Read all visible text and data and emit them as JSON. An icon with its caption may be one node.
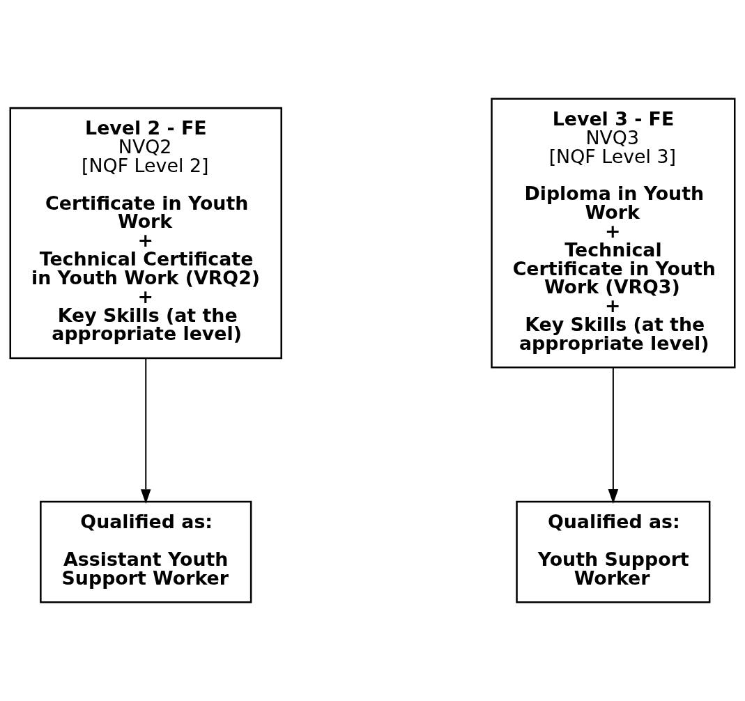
{
  "diagram": {
    "nodes": [
      {
        "text": [
          "Level 2 - FE",
          "NVQ2 [NQF Level 2]",
          "Certificate in Youth Work",
          "+",
          "Technical Certificate in Youth Work (VRQ2)",
          "+",
          "Key Skills (at the appropriate level)"
        ]
      },
      {
        "text": [
          "Level 3 - FE",
          "NVQ3 [NQF Level 3]",
          "Diploma in Youth Work",
          "+",
          "Technical Certificate in Youth Work (VRQ3)",
          "+",
          "Key Skills (at the appropriate level)"
        ]
      },
      {
        "text": [
          "Qualified as:",
          "Assistant Youth Support Worker"
        ]
      },
      {
        "text": [
          "Qualified as:",
          "Youth Support Worker"
        ]
      }
    ],
    "edges": [
      {
        "from": 0,
        "to": 2,
        "arrow": "to"
      },
      {
        "from": 1,
        "to": 3,
        "arrow": "to"
      }
    ]
  }
}
